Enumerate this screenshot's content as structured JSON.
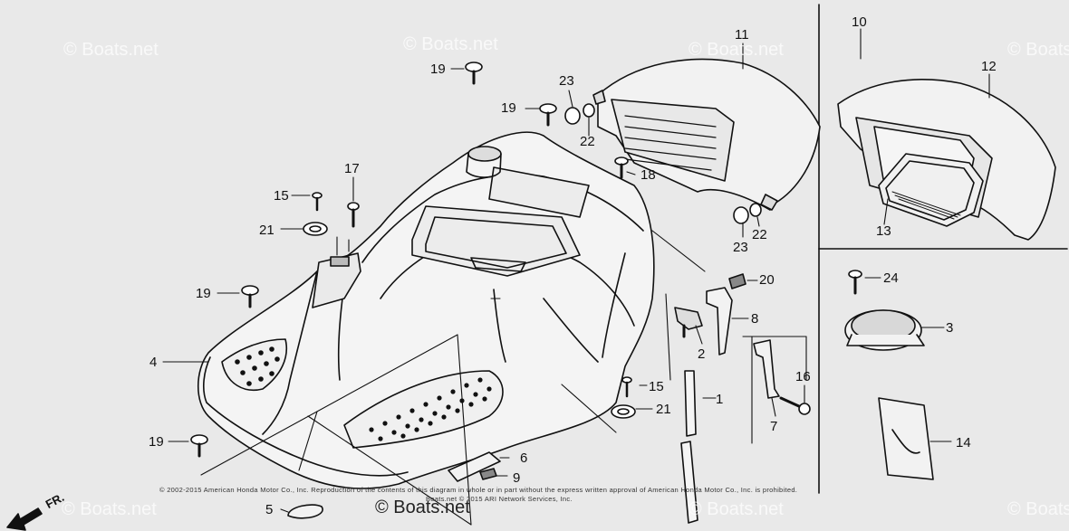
{
  "watermarks": [
    "© Boats.net",
    "© Boats.net",
    "© Boats.net",
    "© Boats.net",
    "© Boats.net",
    "© Boats.net",
    "© Boats.net"
  ],
  "main_watermark": "© Boats.net",
  "copyright_line1": "© 2002-2015 American Honda Motor Co., Inc. Reproduction of the contents of this diagram in whole or in part without the express written approval of American Honda Motor Co., Inc. is prohibited.",
  "copyright_line2": "Boats.net © 2015 ARI Network Services, Inc.",
  "direction_label": "FR.",
  "callouts": {
    "c1": "1",
    "c2": "2",
    "c3": "3",
    "c4": "4",
    "c5": "5",
    "c6": "6",
    "c7": "7",
    "c8": "8",
    "c9": "9",
    "c10": "10",
    "c11": "11",
    "c12": "12",
    "c13": "13",
    "c14": "14",
    "c15a": "15",
    "c15b": "15",
    "c16": "16",
    "c17": "17",
    "c18": "18",
    "c19a": "19",
    "c19b": "19",
    "c19c": "19",
    "c19d": "19",
    "c20": "20",
    "c21a": "21",
    "c21b": "21",
    "c22a": "22",
    "c22b": "22",
    "c23a": "23",
    "c23b": "23",
    "c24": "24"
  }
}
